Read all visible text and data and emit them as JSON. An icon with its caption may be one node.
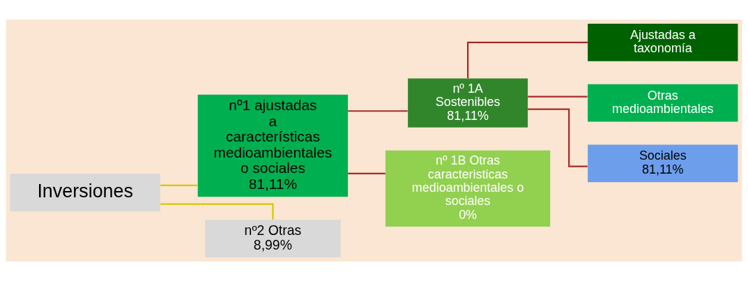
{
  "diagram": {
    "nodes": [
      {
        "text": [
          "Inversiones"
        ]
      },
      {
        "text": [
          "nº1 ajustadas a características medioambientales o sociales",
          "81,11%"
        ]
      },
      {
        "text": [
          "nº 1A Sostenibles",
          "81,11%"
        ]
      },
      {
        "text": [
          "nº 1B Otras caracteristicas medioambientales o sociales",
          "0%"
        ]
      },
      {
        "text": [
          "nº2 Otras",
          "8,99%"
        ]
      },
      {
        "text": [
          "Ajustadas a taxonomía"
        ]
      },
      {
        "text": [
          "Otras medioambientales"
        ]
      },
      {
        "text": [
          "Sociales",
          "81,11%"
        ]
      }
    ],
    "edges": [
      {
        "from": 0,
        "to": 1,
        "arrow": "none",
        "color": "#d4c800"
      },
      {
        "from": 0,
        "to": 4,
        "arrow": "none",
        "color": "#d4c800"
      },
      {
        "from": 1,
        "to": 2,
        "arrow": "none"
      },
      {
        "from": 1,
        "to": 3,
        "arrow": "none"
      },
      {
        "from": 2,
        "to": 5,
        "arrow": "none"
      },
      {
        "from": 2,
        "to": 6,
        "arrow": "none"
      },
      {
        "from": 2,
        "to": 7,
        "arrow": "none"
      }
    ]
  }
}
